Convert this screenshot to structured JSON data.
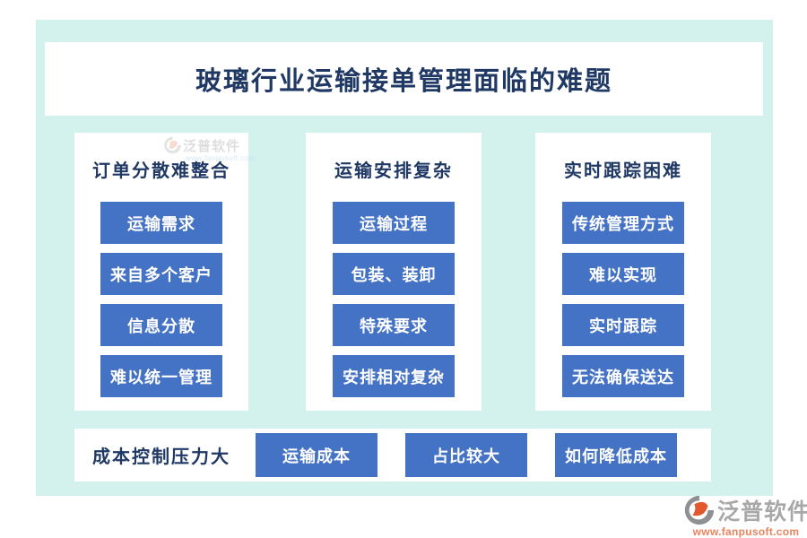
{
  "title": "玻璃行业运输接单管理面临的难题",
  "columns": [
    {
      "header": "订单分散难整合",
      "items": [
        "运输需求",
        "来自多个客户",
        "信息分散",
        "难以统一管理"
      ]
    },
    {
      "header": "运输安排复杂",
      "items": [
        "运输过程",
        "包装、装卸",
        "特殊要求",
        "安排相对复杂"
      ]
    },
    {
      "header": "实时跟踪困难",
      "items": [
        "传统管理方式",
        "难以实现",
        "实时跟踪",
        "无法确保送达"
      ]
    }
  ],
  "bottom_row": {
    "label": "成本控制压力大",
    "items": [
      "运输成本",
      "占比较大",
      "如何降低成本"
    ]
  },
  "watermark": {
    "brand": "泛普软件",
    "url": "www.fanpusoft.com"
  },
  "footer": {
    "brand": "泛普软件",
    "url": "www.fanpusoft.com"
  },
  "colors": {
    "panel_bg": "#d3f2ee",
    "card_bg": "#ffffff",
    "button_bg": "#4472c4",
    "button_text": "#ffffff",
    "heading_text": "#1f3864",
    "brand_text": "#a8a8a8",
    "brand_url_text": "#e8835d",
    "logo_orange": "#e2592e",
    "logo_gray": "#8e9093"
  }
}
